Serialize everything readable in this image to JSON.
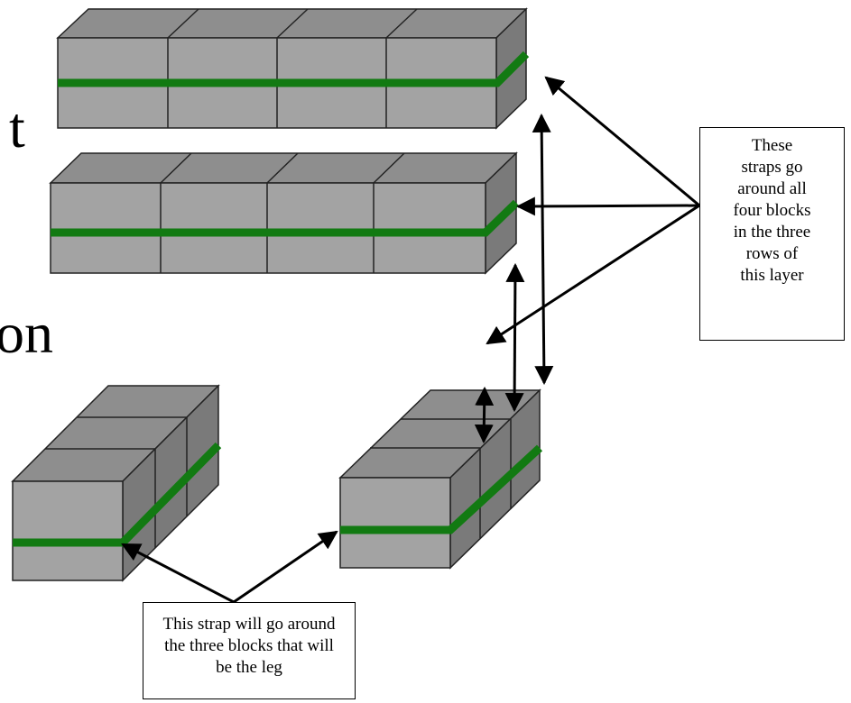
{
  "background_fragments": {
    "top": "t",
    "middle": "on"
  },
  "callout_rows": {
    "lines": [
      "These",
      "straps go",
      "around all",
      "four blocks",
      "in the three",
      "rows of",
      "this layer"
    ]
  },
  "callout_leg": {
    "lines": [
      "This strap will go around",
      "the three blocks that will",
      "be the leg"
    ]
  },
  "colors": {
    "block_front": "#a3a3a3",
    "block_top": "#8e8e8e",
    "block_side": "#7a7a7a",
    "strap": "#127a12",
    "outline": "#222222"
  }
}
